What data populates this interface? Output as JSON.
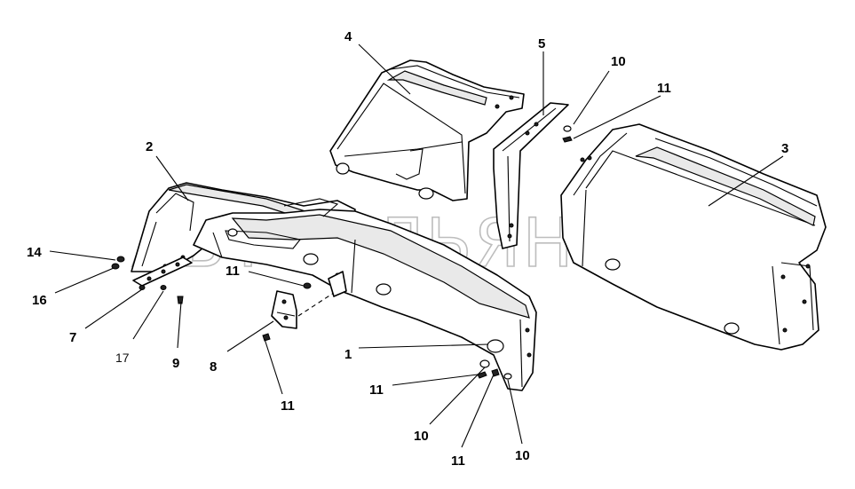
{
  "watermark": "АВТОАЛЬЯНС",
  "callouts": {
    "c1": "1",
    "c2": "2",
    "c3": "3",
    "c4": "4",
    "c5": "5",
    "c7": "7",
    "c8": "8",
    "c9": "9",
    "c10_top": "10",
    "c10_bottom_left": "10",
    "c10_bottom_right": "10",
    "c11_top": "11",
    "c11_mid": "11",
    "c11_bottom_center": "11",
    "c11_bottom_left": "11",
    "c11_bottom_mid": "11",
    "c14": "14",
    "c16": "16",
    "c17": "17"
  }
}
